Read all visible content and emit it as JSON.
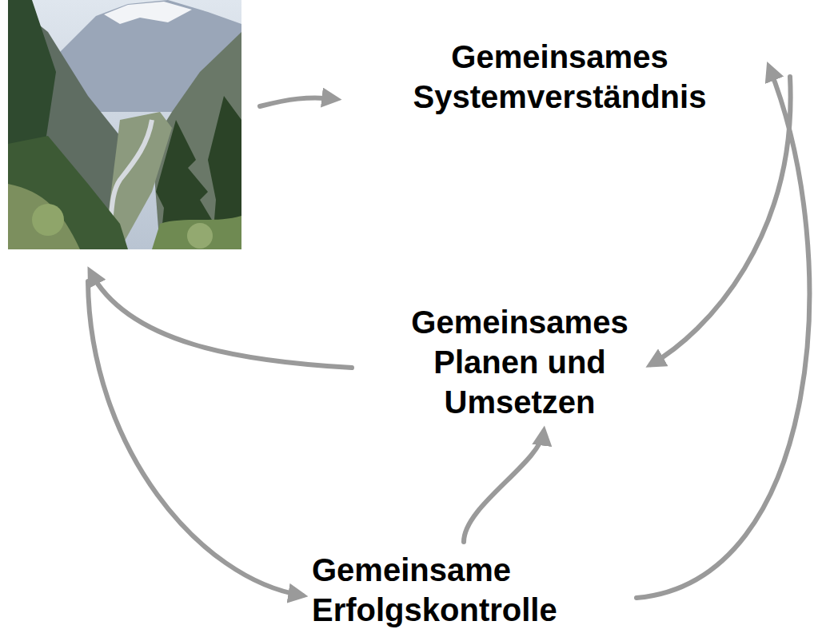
{
  "diagram": {
    "nodes": [
      {
        "text": [
          "Gemeinsames Systemverständnis"
        ]
      },
      {
        "text": [
          "Gemeinsames Planen und Umsetzen"
        ]
      },
      {
        "text": [
          "Gemeinsame Erfolgskontrolle"
        ]
      }
    ],
    "edges": [
      {
        "from": 2,
        "to": 0,
        "arrow": "to"
      },
      {
        "from": 0,
        "to": 1,
        "arrow": "to"
      },
      {
        "from": 2,
        "to": 1,
        "arrow": "to"
      }
    ]
  }
}
